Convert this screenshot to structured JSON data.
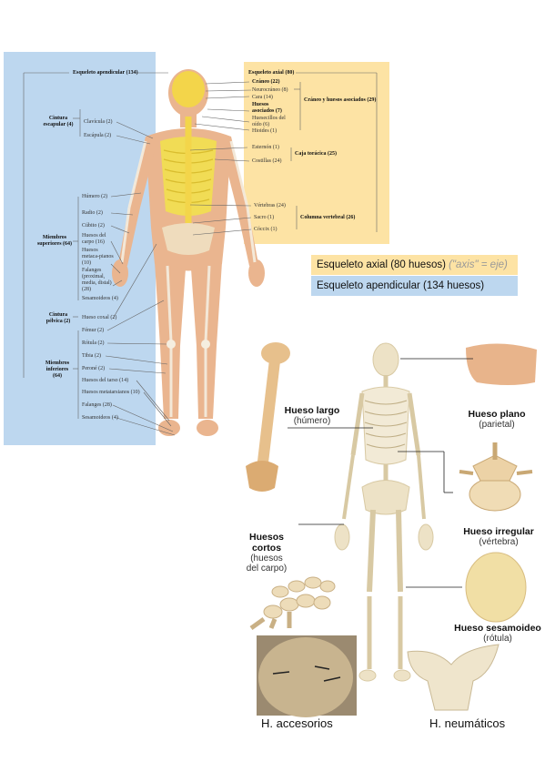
{
  "appendicular_panel": {
    "title": "Esqueleto apendicular (134)",
    "groups": [
      {
        "name": "Cintura escapular (4)",
        "items": [
          "Clavícula (2)",
          "Escápula (2)"
        ]
      },
      {
        "name": "Miembros superiores (64)",
        "items": [
          "Húmero (2)",
          "Radio (2)",
          "Cúbito (2)",
          "Huesos del carpo (16)",
          "Huesos metaca-pianos (10)",
          "Falanges (proximal, media, distal) (28)",
          "Sesamoideos (4)"
        ]
      },
      {
        "name": "Cintura pélvica (2)",
        "items": [
          "Hueso coxal (2)"
        ]
      },
      {
        "name": "Miembros inferiores (64)",
        "items": [
          "Fémur (2)",
          "Rótula (2)",
          "Tibia (2)",
          "Peroné (2)",
          "Huesos del tarso (14)",
          "Huesos metatarsianos (10)",
          "Falanges (28)",
          "Sesamoideos (4)"
        ]
      }
    ]
  },
  "axial_panel": {
    "title": "Esqueleto axial (80)",
    "groups": [
      {
        "name": "Cráneo y huesos asociados (29)",
        "items": [
          "Cráneo (22)",
          "Neurocráneo (8)",
          "Cara (14)",
          "Huesos asociados (7)",
          "Huesecillos del oído (6)",
          "Hioides (1)"
        ]
      },
      {
        "name": "Caja torácica (25)",
        "items": [
          "Esternón (1)",
          "Costillas (24)"
        ]
      },
      {
        "name": "Columna vertebral (26)",
        "items": [
          "Vértebras (24)",
          "Sacro (1)",
          "Cóccix (1)"
        ]
      }
    ]
  },
  "legend": {
    "axial_label": "Esqueleto axial (80 huesos)",
    "axial_note": "(\"axis\" = eje)",
    "appendicular_label": "Esqueleto apendicular (134 huesos)",
    "axial_color": "#fde3a4",
    "appendicular_color": "#bdd7ef"
  },
  "bone_types": {
    "long": {
      "title": "Hueso largo",
      "subtitle": "(húmero)"
    },
    "flat": {
      "title": "Hueso plano",
      "subtitle": "(parietal)"
    },
    "short": {
      "title": "Huesos cortos",
      "subtitle": "(huesos del carpo)"
    },
    "irregular": {
      "title": "Hueso irregular",
      "subtitle": "(vértebra)"
    },
    "sesamoid": {
      "title": "Hueso sesamoideo",
      "subtitle": "(rótula)"
    },
    "accessory": "H. accesorios",
    "pneumatic": "H. neumáticos"
  },
  "icons": [
    "human-body-figure",
    "skeleton-figure",
    "humerus-bone",
    "parietal-bone",
    "vertebra-bone",
    "carpal-bones",
    "patella-bone",
    "skull-xray",
    "sphenoid-bone"
  ]
}
